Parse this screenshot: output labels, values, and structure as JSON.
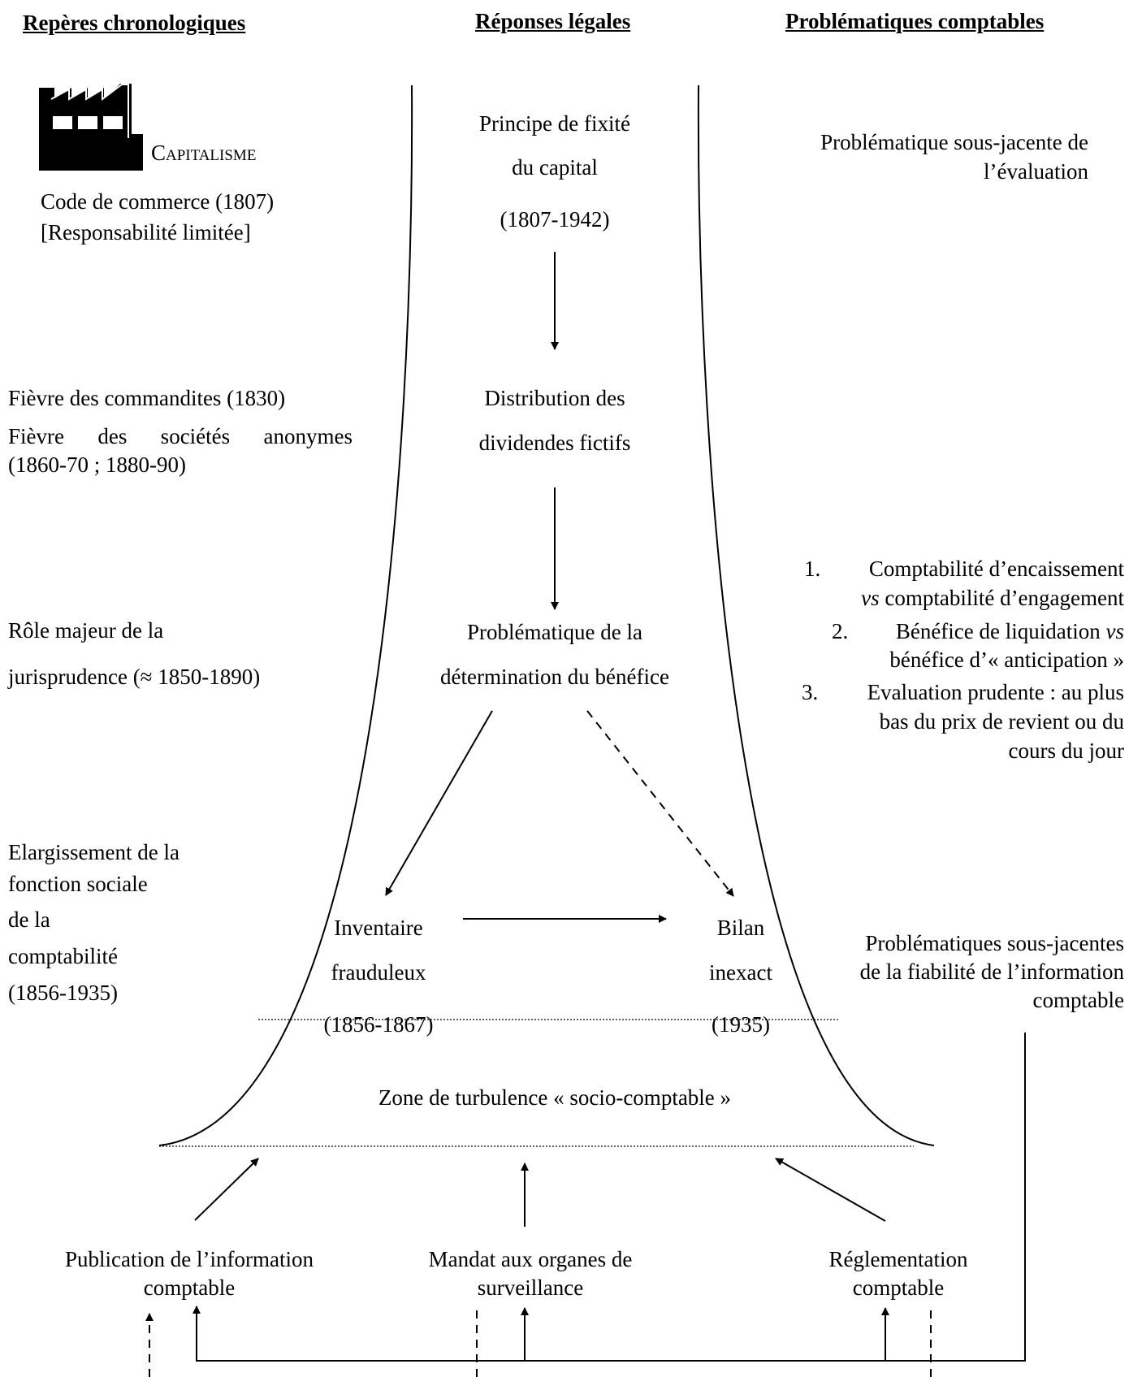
{
  "headers": {
    "left": "Repères chronologiques",
    "center": "Réponses légales",
    "right": "Problématiques comptables"
  },
  "left_column": {
    "capitalism_label": "Capitalisme",
    "code_line1": "Code de commerce (1807)",
    "code_line2": "[Responsabilité limitée]",
    "fever_line1": "Fièvre des commandites (1830)",
    "fever_line2": "Fièvre des sociétés anonymes",
    "fever_line3": "(1860-70 ; 1880-90)",
    "juris_line1": "Rôle majeur de la",
    "juris_line2": "jurisprudence  (≈ 1850-1890)",
    "social_line1": "Elargissement de la",
    "social_line2": "fonction sociale",
    "social_line3": "de la",
    "social_line4": "comptabilité",
    "social_line5": "(1856-1935)"
  },
  "center_column": {
    "fixite_line1": "Principe de fixité",
    "fixite_line2": "du capital",
    "fixite_line3": "(1807-1942)",
    "dividendes_line1": "Distribution des",
    "dividendes_line2": "dividendes fictifs",
    "benefice_line1": "Problématique de la",
    "benefice_line2": "détermination du bénéfice",
    "inventaire_line1": "Inventaire",
    "inventaire_line2": "frauduleux",
    "inventaire_line3": "(1856-1867)",
    "bilan_line1": "Bilan",
    "bilan_line2": "inexact",
    "bilan_line3": "(1935)",
    "zone": "Zone de  turbulence « socio-comptable »"
  },
  "right_column": {
    "evaluation_line1": "Problématique sous-jacente de",
    "evaluation_line2": "l’évaluation",
    "item1_num": "1.",
    "item1_line1": "Comptabilité d’encaissement",
    "item1_vs": "vs",
    "item1_line2": " comptabilité d’engagement",
    "item2_num": "2.",
    "item2_line1": "Bénéfice de liquidation ",
    "item2_vs": "vs",
    "item2_line2": "bénéfice d’« anticipation »",
    "item3_num": "3.",
    "item3_line1": "Evaluation prudente : au plus",
    "item3_line2": "bas du prix de revient ou du",
    "item3_line3": "cours du jour",
    "fiabilite_line1": "Problématiques sous-jacentes",
    "fiabilite_line2": "de la fiabilité de l’information",
    "fiabilite_line3": "comptable"
  },
  "bottom_row": {
    "publication_line1": "Publication de l’information",
    "publication_line2": "comptable",
    "mandat_line1": "Mandat aux organes de",
    "mandat_line2": "surveillance",
    "reglementation_line1": "Réglementation",
    "reglementation_line2": "comptable"
  },
  "icons": {
    "factory": "factory-icon"
  }
}
